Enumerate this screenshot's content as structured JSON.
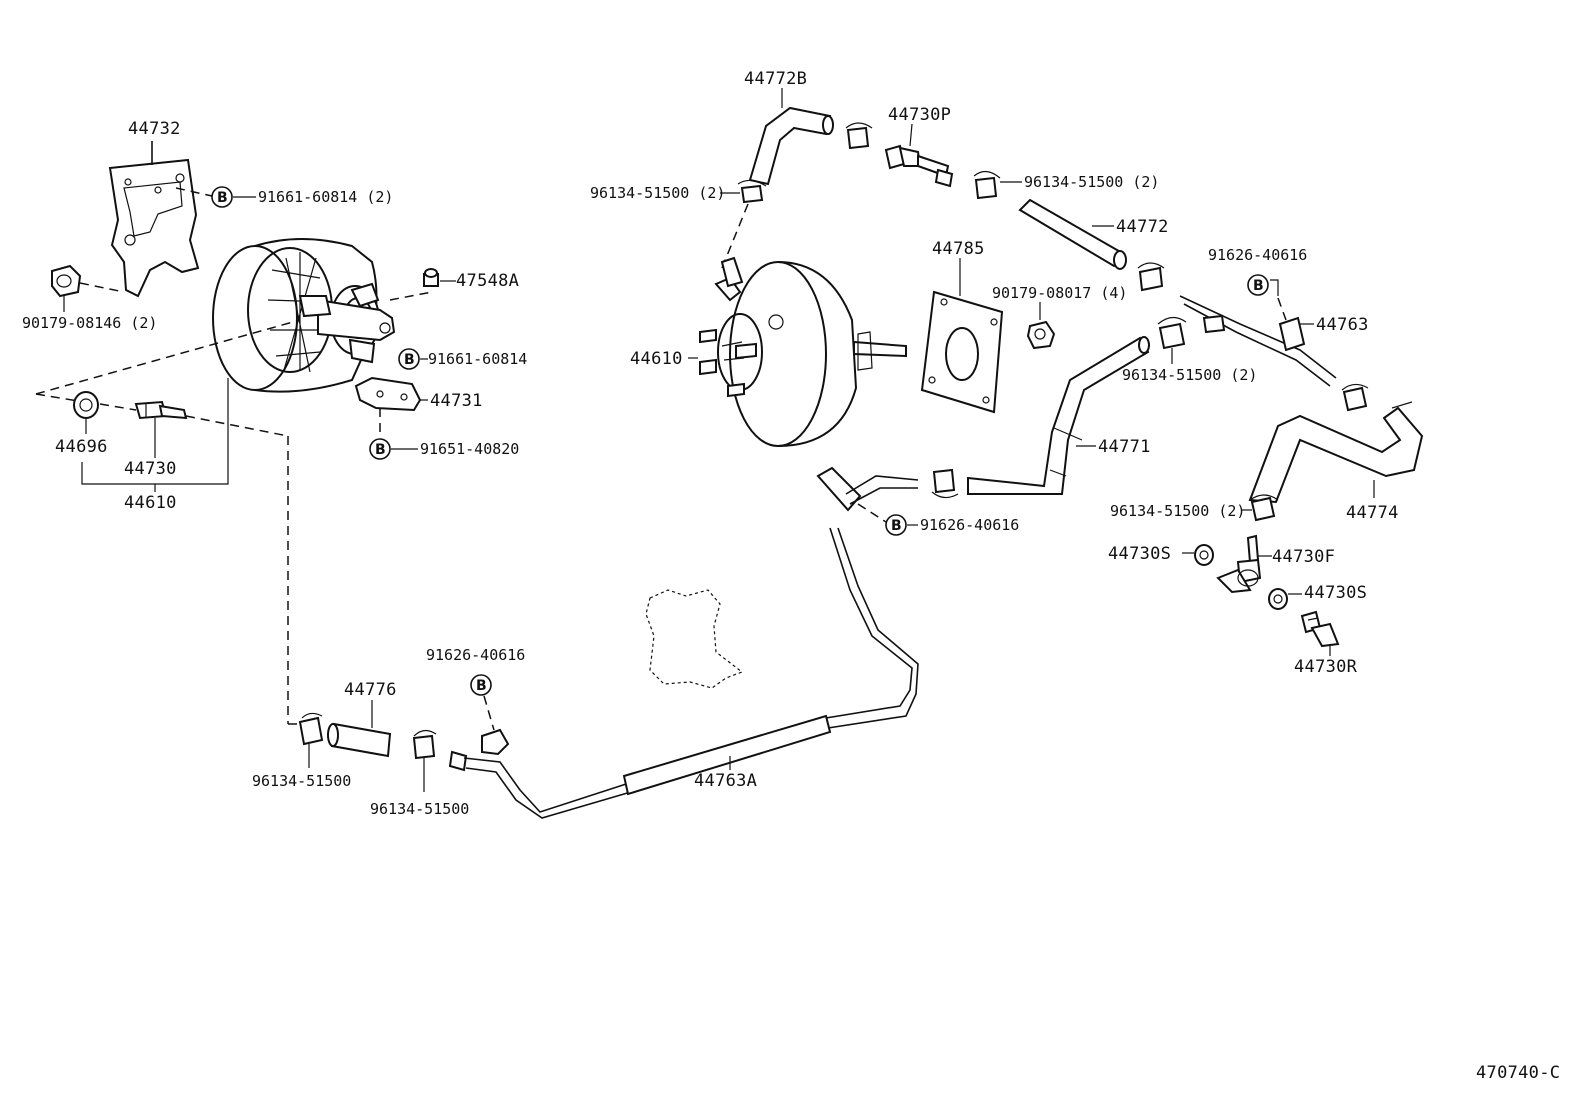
{
  "diagram_id": "470740-C",
  "b_marker": "B",
  "labels": {
    "bracket_44732": "44732",
    "bolt_91661_60814_2": "91661-60814 (2)",
    "nut_90179_08146": "90179-08146 (2)",
    "cap_47548A": "47548A",
    "bolt_91661_60814": "91661-60814",
    "bracket_44731": "44731",
    "bolt_91651_40820": "91651-40820",
    "grommet_44696": "44696",
    "valve_44730": "44730",
    "booster_44610_left": "44610",
    "hose_44772B": "44772B",
    "valve_44730P": "44730P",
    "clip_96134_topleft": "96134-51500 (2)",
    "clip_96134_topright": "96134-51500 (2)",
    "hose_44772": "44772",
    "gasket_44785": "44785",
    "nut_90179_08017": "90179-08017 (4)",
    "bolt_91626_topright": "91626-40616",
    "tube_44763": "44763",
    "booster_44610_right": "44610",
    "clip_96134_midright": "96134-51500 (2)",
    "hose_44771": "44771",
    "bolt_91626_mid": "91626-40616",
    "clip_96134_lowright": "96134-51500 (2)",
    "hose_44774": "44774",
    "seal_44730S_left": "44730S",
    "valve_44730F": "44730F",
    "seal_44730S_right": "44730S",
    "bolt_44730R": "44730R",
    "bolt_91626_bottom": "91626-40616",
    "hose_44776": "44776",
    "clip_96134_bottom_left": "96134-51500",
    "clip_96134_bottom_right": "96134-51500",
    "tube_44763A": "44763A"
  }
}
